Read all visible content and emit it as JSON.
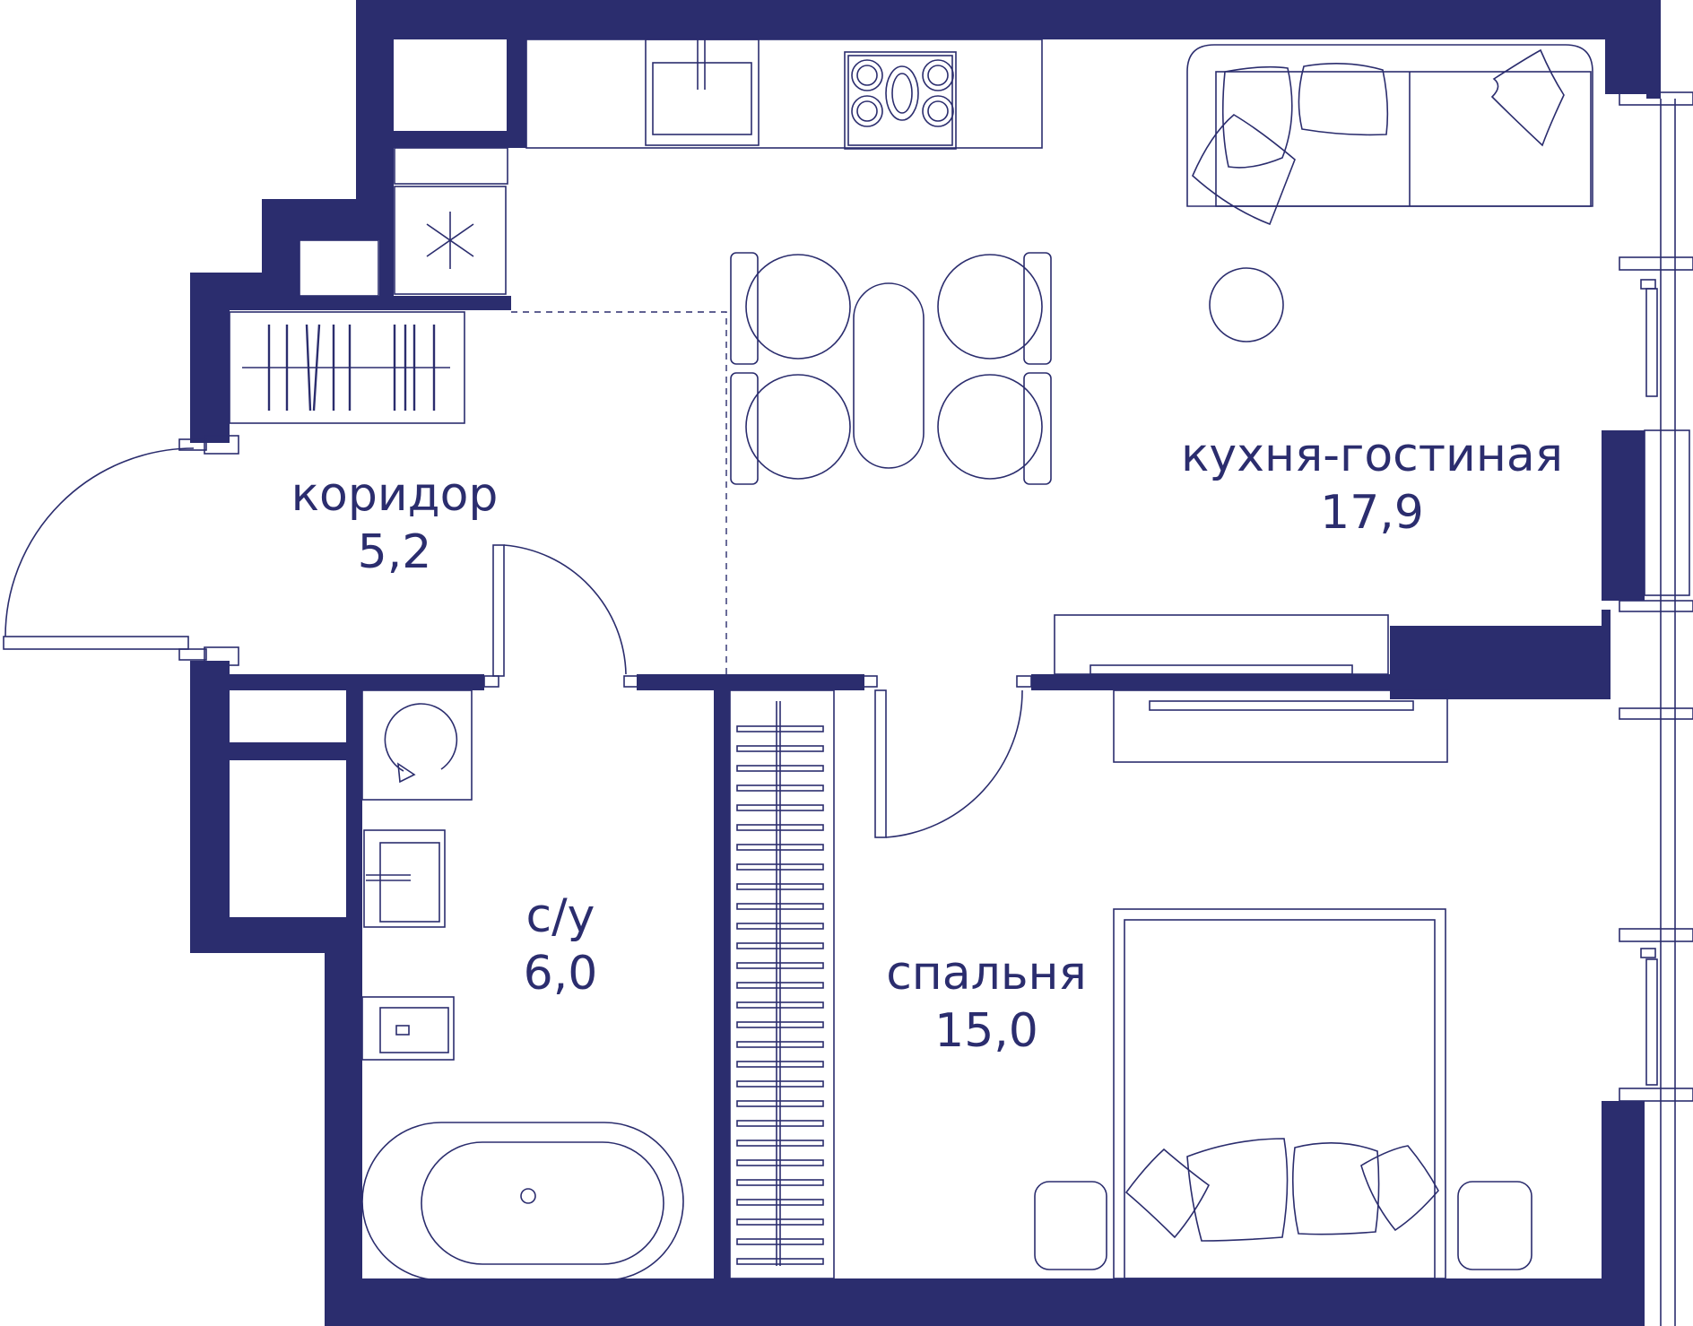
{
  "plan": {
    "wall_color": "#2b2d6e",
    "rooms": [
      {
        "name": "коридор",
        "area": "5,2"
      },
      {
        "name": "кухня-гостиная",
        "area": "17,9"
      },
      {
        "name": "с/у",
        "area": "6,0"
      },
      {
        "name": "спальня",
        "area": "15,0"
      }
    ]
  }
}
